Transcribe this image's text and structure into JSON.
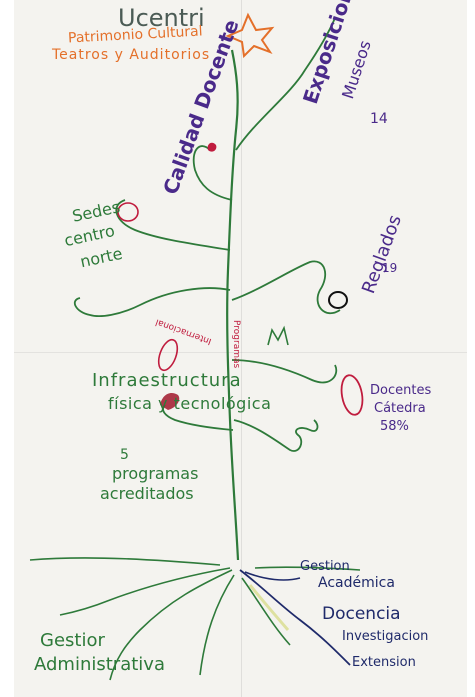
{
  "photo": {
    "colors": {
      "paper": "#f4f3ef",
      "stem": "#2e7a3a",
      "purple": "#4a2a8a",
      "orange": "#e4702a",
      "navy": "#1f2a6a",
      "crimson": "#c01c3e"
    },
    "labels": {
      "top": "Ucentri",
      "patrimonio": "Patrimonio Cultural",
      "teatros": "Teatros y Auditorios",
      "exposiciones": "Exposiciones",
      "museos": "Museos",
      "catorce": "14",
      "calidad": "Calidad Docente",
      "sedes": "Sedes",
      "centro": "centro",
      "norte": "norte",
      "reglados": "Reglados",
      "diecinueve": "19",
      "programas_doc": "Programas",
      "internacional": "Internacional",
      "infraestructura": "Infraestructura",
      "fisica": "física y tecnológica",
      "docentes": "Docentes",
      "catedra": "Cátedra",
      "porcentaje": "58%",
      "cinco": "5",
      "programas": "programas",
      "acreditados": "acreditados",
      "gestion_academica_1": "Gestion",
      "gestion_academica_2": "Académica",
      "docencia": "Docencia",
      "investigacion": "Investigacion",
      "extension": "Extension",
      "gestion_admin_1": "Gestior",
      "gestion_admin_2": "Administrativa"
    }
  }
}
